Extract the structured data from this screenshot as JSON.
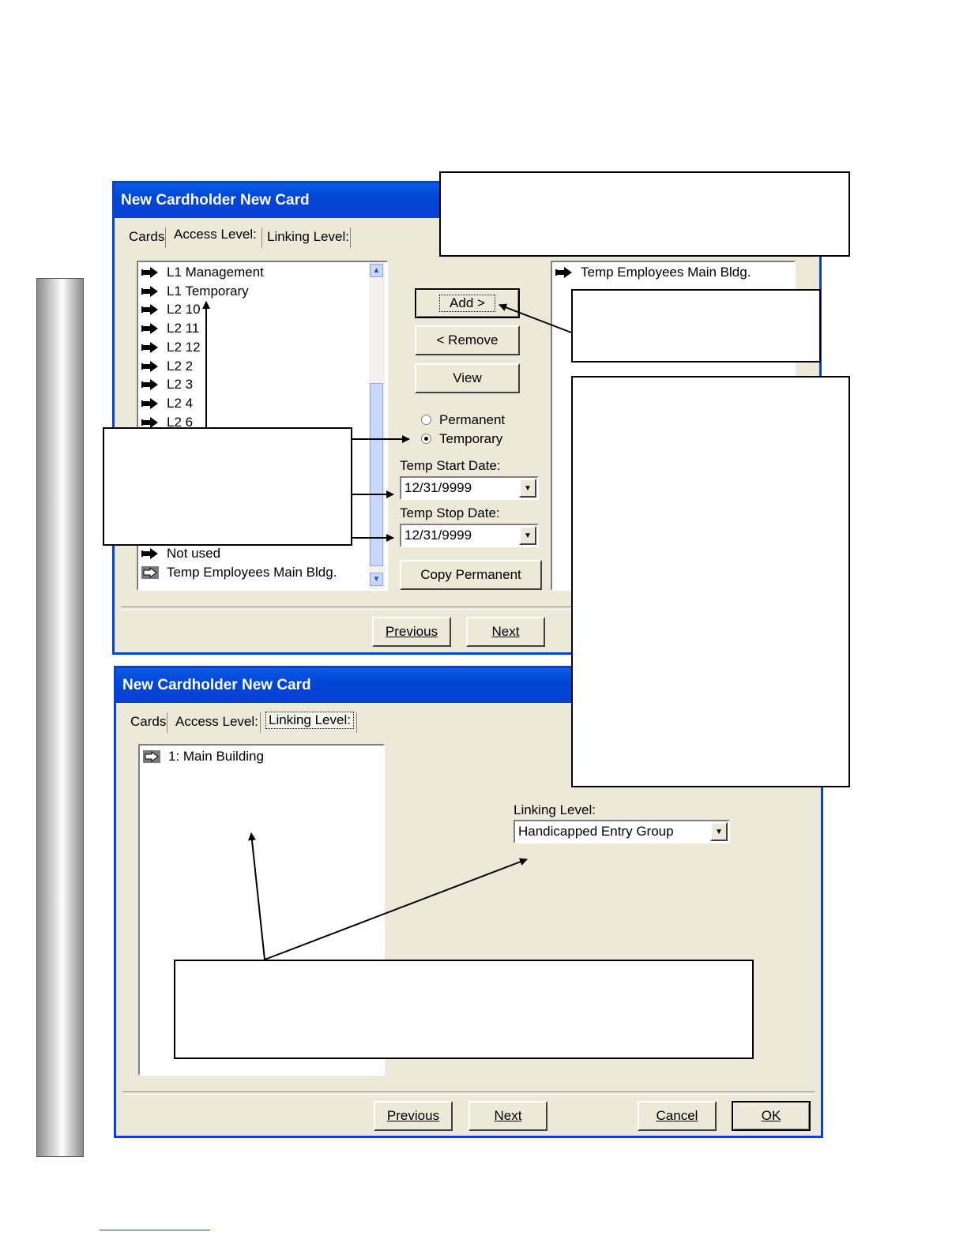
{
  "window1": {
    "title": "New Cardholder New Card",
    "tabs": {
      "cards": "Cards",
      "access_level": "Access Level:",
      "linking_level": "Linking Level:"
    },
    "available_list": [
      {
        "label": "L1 Management"
      },
      {
        "label": "L1 Temporary"
      },
      {
        "label": "L2 10"
      },
      {
        "label": "L2 11"
      },
      {
        "label": "L2 12"
      },
      {
        "label": "L2 2"
      },
      {
        "label": "L2 3"
      },
      {
        "label": "L2 4"
      },
      {
        "label": "L2 6"
      },
      {
        "label": "Not used"
      },
      {
        "label": "Temp Employees Main Bldg."
      }
    ],
    "assigned_list": [
      {
        "label": "Temp Employees Main Bldg."
      }
    ],
    "buttons": {
      "add": "Add >",
      "remove": "< Remove",
      "view": "View",
      "copy_permanent": "Copy Permanent",
      "previous": "Previous",
      "next": "Next"
    },
    "radio": {
      "permanent": "Permanent",
      "temporary": "Temporary",
      "selected": "temporary"
    },
    "temp_start_label": "Temp Start Date:",
    "temp_start_value": "12/31/9999",
    "temp_stop_label": "Temp Stop Date:",
    "temp_stop_value": "12/31/9999"
  },
  "window2": {
    "title": "New Cardholder New Card",
    "tabs": {
      "cards": "Cards",
      "access_level": "Access Level:",
      "linking_level": "Linking Level:"
    },
    "list": [
      {
        "label": "1: Main Building"
      }
    ],
    "linking_level_label": "Linking Level:",
    "linking_level_value": "Handicapped Entry Group",
    "buttons": {
      "previous": "Previous",
      "next": "Next",
      "cancel": "Cancel",
      "ok": "OK"
    }
  },
  "colors": {
    "title_blue": "#0a3fd6",
    "window_bg": "#ece9d8"
  },
  "icons": {
    "list_item": "arrow-right-icon",
    "selected_item": "hollow-arrow-icon"
  }
}
